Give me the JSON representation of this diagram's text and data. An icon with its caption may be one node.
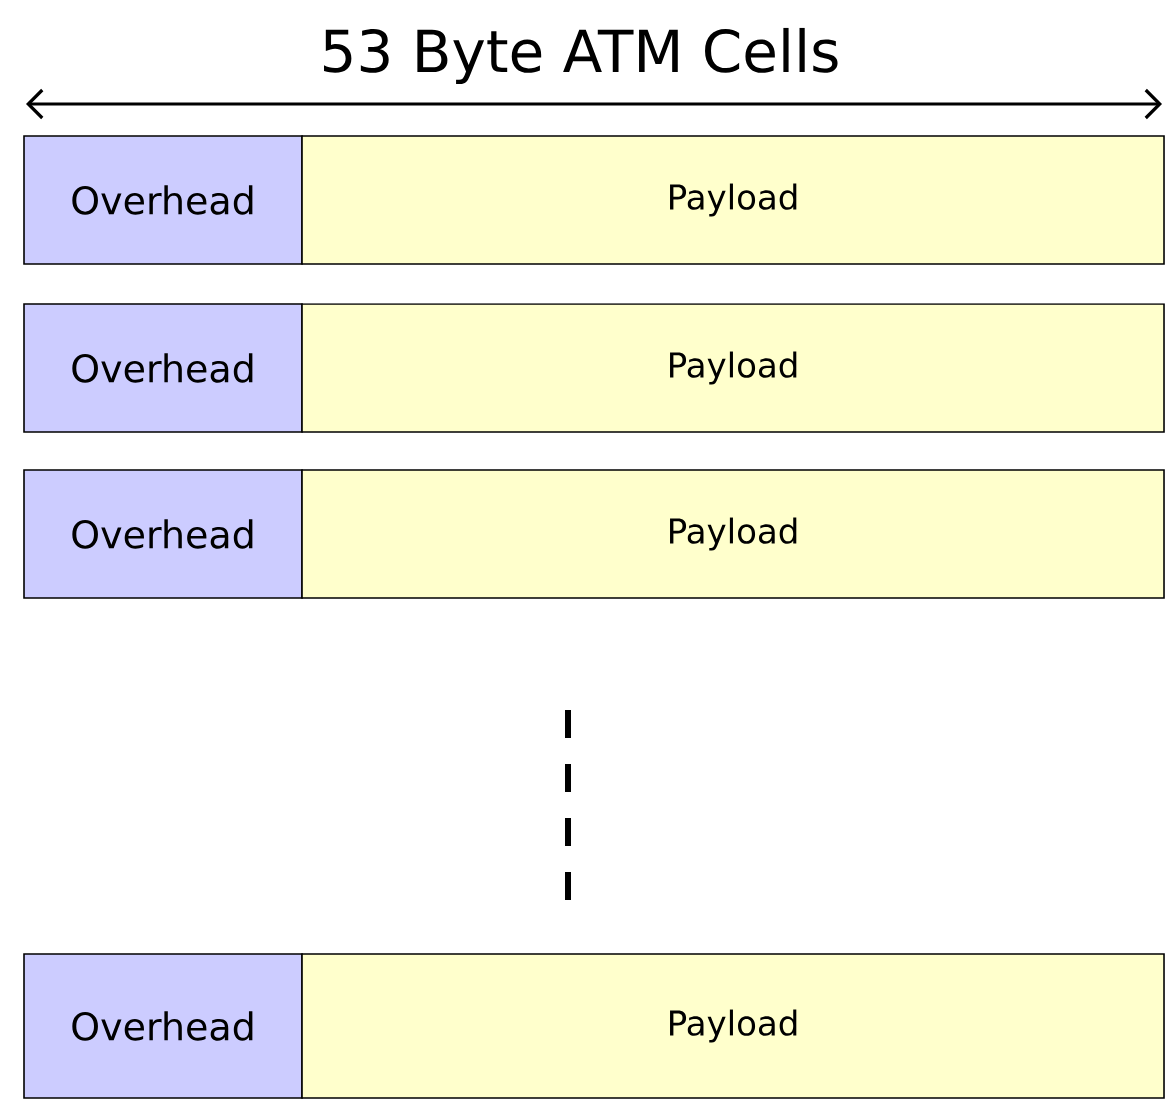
{
  "diagram": {
    "title": "53 Byte ATM Cells",
    "nodes": [
      {
        "text": [
          "Overhead"
        ]
      },
      {
        "text": [
          "Payload"
        ]
      },
      {
        "text": [
          "Overhead"
        ]
      },
      {
        "text": [
          "Payload"
        ]
      },
      {
        "text": [
          "Overhead"
        ]
      },
      {
        "text": [
          "Payload"
        ]
      },
      {
        "text": [
          "Overhead"
        ]
      },
      {
        "text": [
          "Payload"
        ]
      }
    ]
  }
}
